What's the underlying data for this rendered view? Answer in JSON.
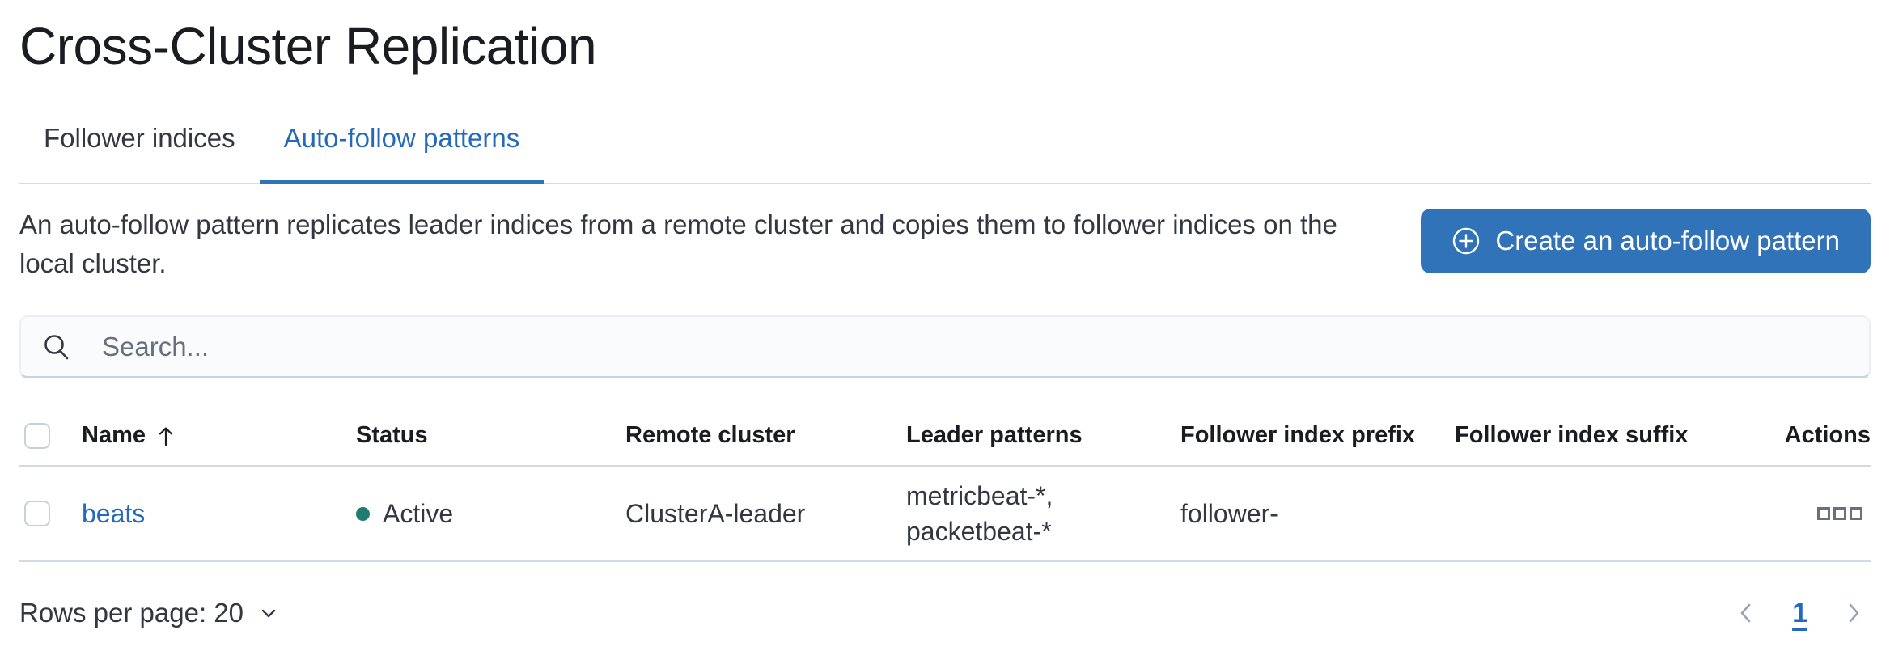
{
  "page": {
    "title": "Cross-Cluster Replication"
  },
  "tabs": [
    {
      "label": "Follower indices",
      "active": false
    },
    {
      "label": "Auto-follow patterns",
      "active": true
    }
  ],
  "intro": {
    "description": "An auto-follow pattern replicates leader indices from a remote cluster and copies them to follower indices on the local cluster.",
    "create_button_label": "Create an auto-follow pattern"
  },
  "search": {
    "placeholder": "Search...",
    "value": ""
  },
  "table": {
    "columns": {
      "name": "Name",
      "status": "Status",
      "remote_cluster": "Remote cluster",
      "leader_patterns": "Leader patterns",
      "follower_index_prefix": "Follower index prefix",
      "follower_index_suffix": "Follower index suffix",
      "actions": "Actions"
    },
    "sort": {
      "column": "Name",
      "direction": "ascending"
    },
    "rows": [
      {
        "name": "beats",
        "status": "Active",
        "remote_cluster": "ClusterA-leader",
        "leader_patterns": "metricbeat-*, packetbeat-*",
        "follower_index_prefix": "follower-",
        "follower_index_suffix": ""
      }
    ]
  },
  "footer": {
    "rows_per_page_label": "Rows per page: 20",
    "current_page": "1"
  },
  "icons": {
    "create_button": "plus-in-circle-icon",
    "search": "search-icon",
    "sort": "sort-ascending-arrow-icon",
    "actions": "boxes-horizontal-icon",
    "rows_per_page": "chevron-down-icon",
    "prev": "chevron-left-icon",
    "next": "chevron-right-icon"
  },
  "colors": {
    "accent_blue": "#2369be",
    "button_blue": "#3173b8",
    "status_active_green": "#207b70",
    "divider_gray": "#d3dae6",
    "text_dark": "#1a1c21",
    "text_body": "#343741",
    "placeholder_gray": "#69707d"
  }
}
